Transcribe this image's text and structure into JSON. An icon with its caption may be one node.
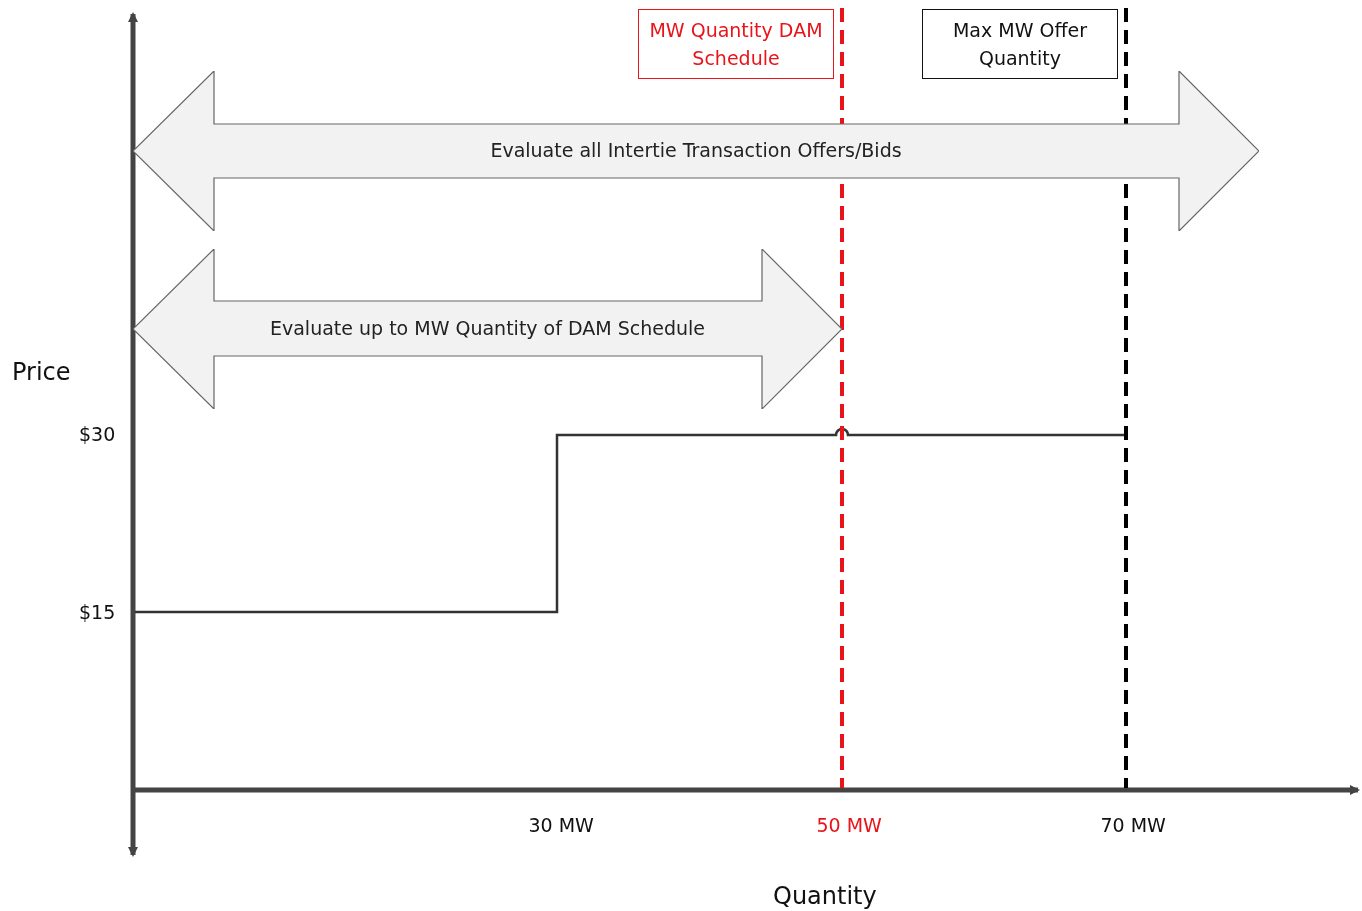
{
  "diagram": {
    "nodes": [
      {
        "text": [
          "MW Quantity DAM Schedule"
        ]
      },
      {
        "text": [
          "Max MW Offer Quantity"
        ]
      },
      {
        "text": [
          "Evaluate all Intertie Transaction Offers/Bids"
        ]
      },
      {
        "text": [
          "Evaluate up to MW Quantity of DAM Schedule"
        ]
      }
    ],
    "edges": [],
    "labels": [
      "Price",
      "$30",
      "$15",
      "30 MW",
      "50 MW",
      "70 MW",
      "Quantity"
    ]
  }
}
